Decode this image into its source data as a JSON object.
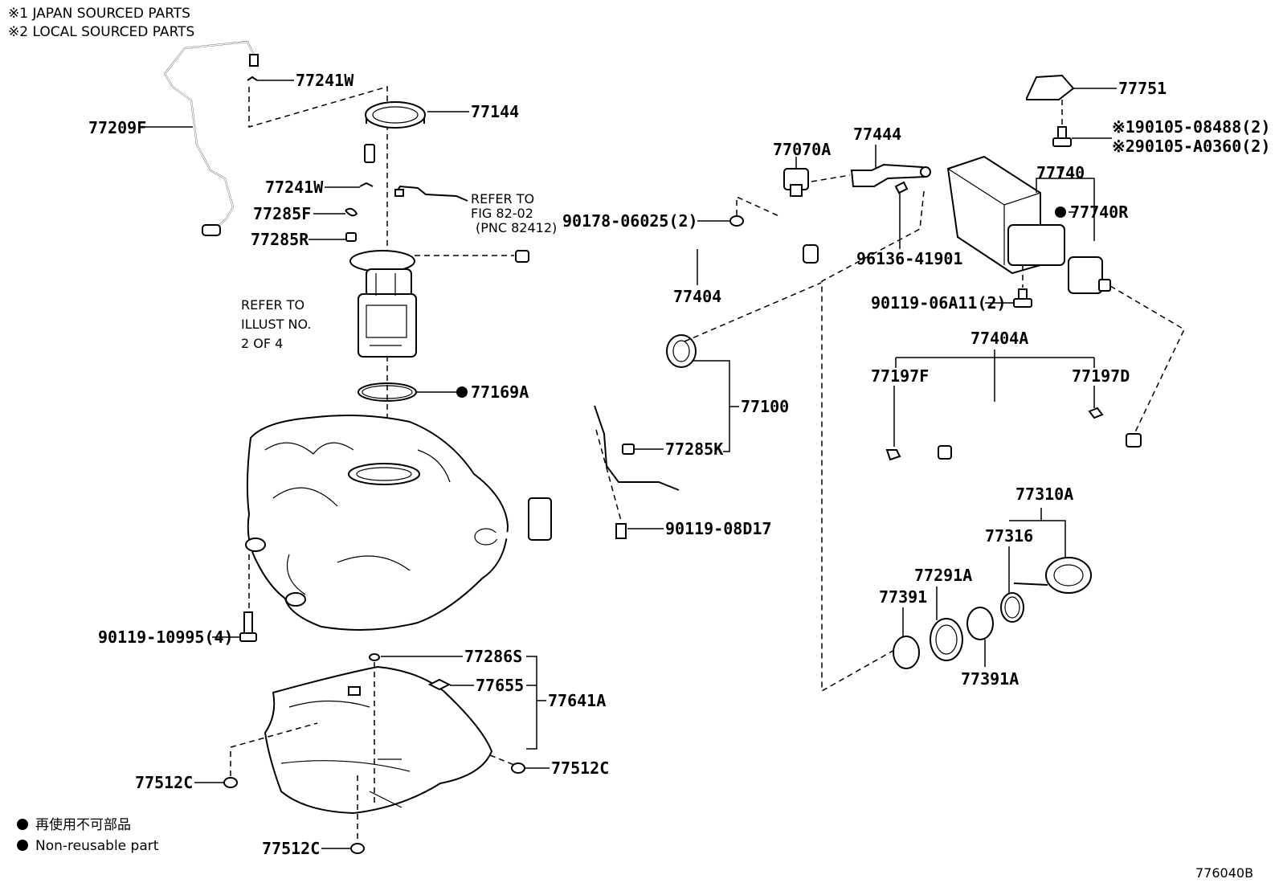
{
  "notes": {
    "note1": "※1 JAPAN SOURCED PARTS",
    "note2": "※2 LOCAL SOURCED PARTS"
  },
  "refer_fig": {
    "line1": "REFER TO",
    "line2": "FIG 82-02",
    "line3": "(PNC 82412)"
  },
  "refer_illust": {
    "line1": "REFER TO",
    "line2": "ILLUST NO.",
    "line3": "2 OF 4"
  },
  "legend": {
    "jp": "再使用不可部品",
    "en": "Non-reusable part"
  },
  "figure_id": "776040B",
  "parts": {
    "p77241w_top": "77241W",
    "p77209f": "77209F",
    "p77144": "77144",
    "p77241w_mid": "77241W",
    "p77285f": "77285F",
    "p77285r": "77285R",
    "p77169a": "77169A",
    "p77100": "77100",
    "p77285k": "77285K",
    "p90119_08d17": "90119-08D17",
    "p90119_10995": "90119-10995(4)",
    "p77286s": "77286S",
    "p77655": "77655",
    "p77641a": "77641A",
    "p77512c_left": "77512C",
    "p77512c_right": "77512C",
    "p77512c_bottom": "77512C",
    "p77070a": "77070A",
    "p90178": "90178-06025(2)",
    "p77404": "77404",
    "p77444": "77444",
    "p96136": "96136-41901",
    "p77751": "77751",
    "p90105_1": "※190105-08488(2)",
    "p90105_2": "※290105-A0360(2)",
    "p77740": "77740",
    "p77740r": "77740R",
    "p90119_06a11": "90119-06A11(2)",
    "p77404a": "77404A",
    "p77197f": "77197F",
    "p77197d": "77197D",
    "p77310a": "77310A",
    "p77316": "77316",
    "p77291a": "77291A",
    "p77391": "77391",
    "p77391a": "77391A"
  }
}
